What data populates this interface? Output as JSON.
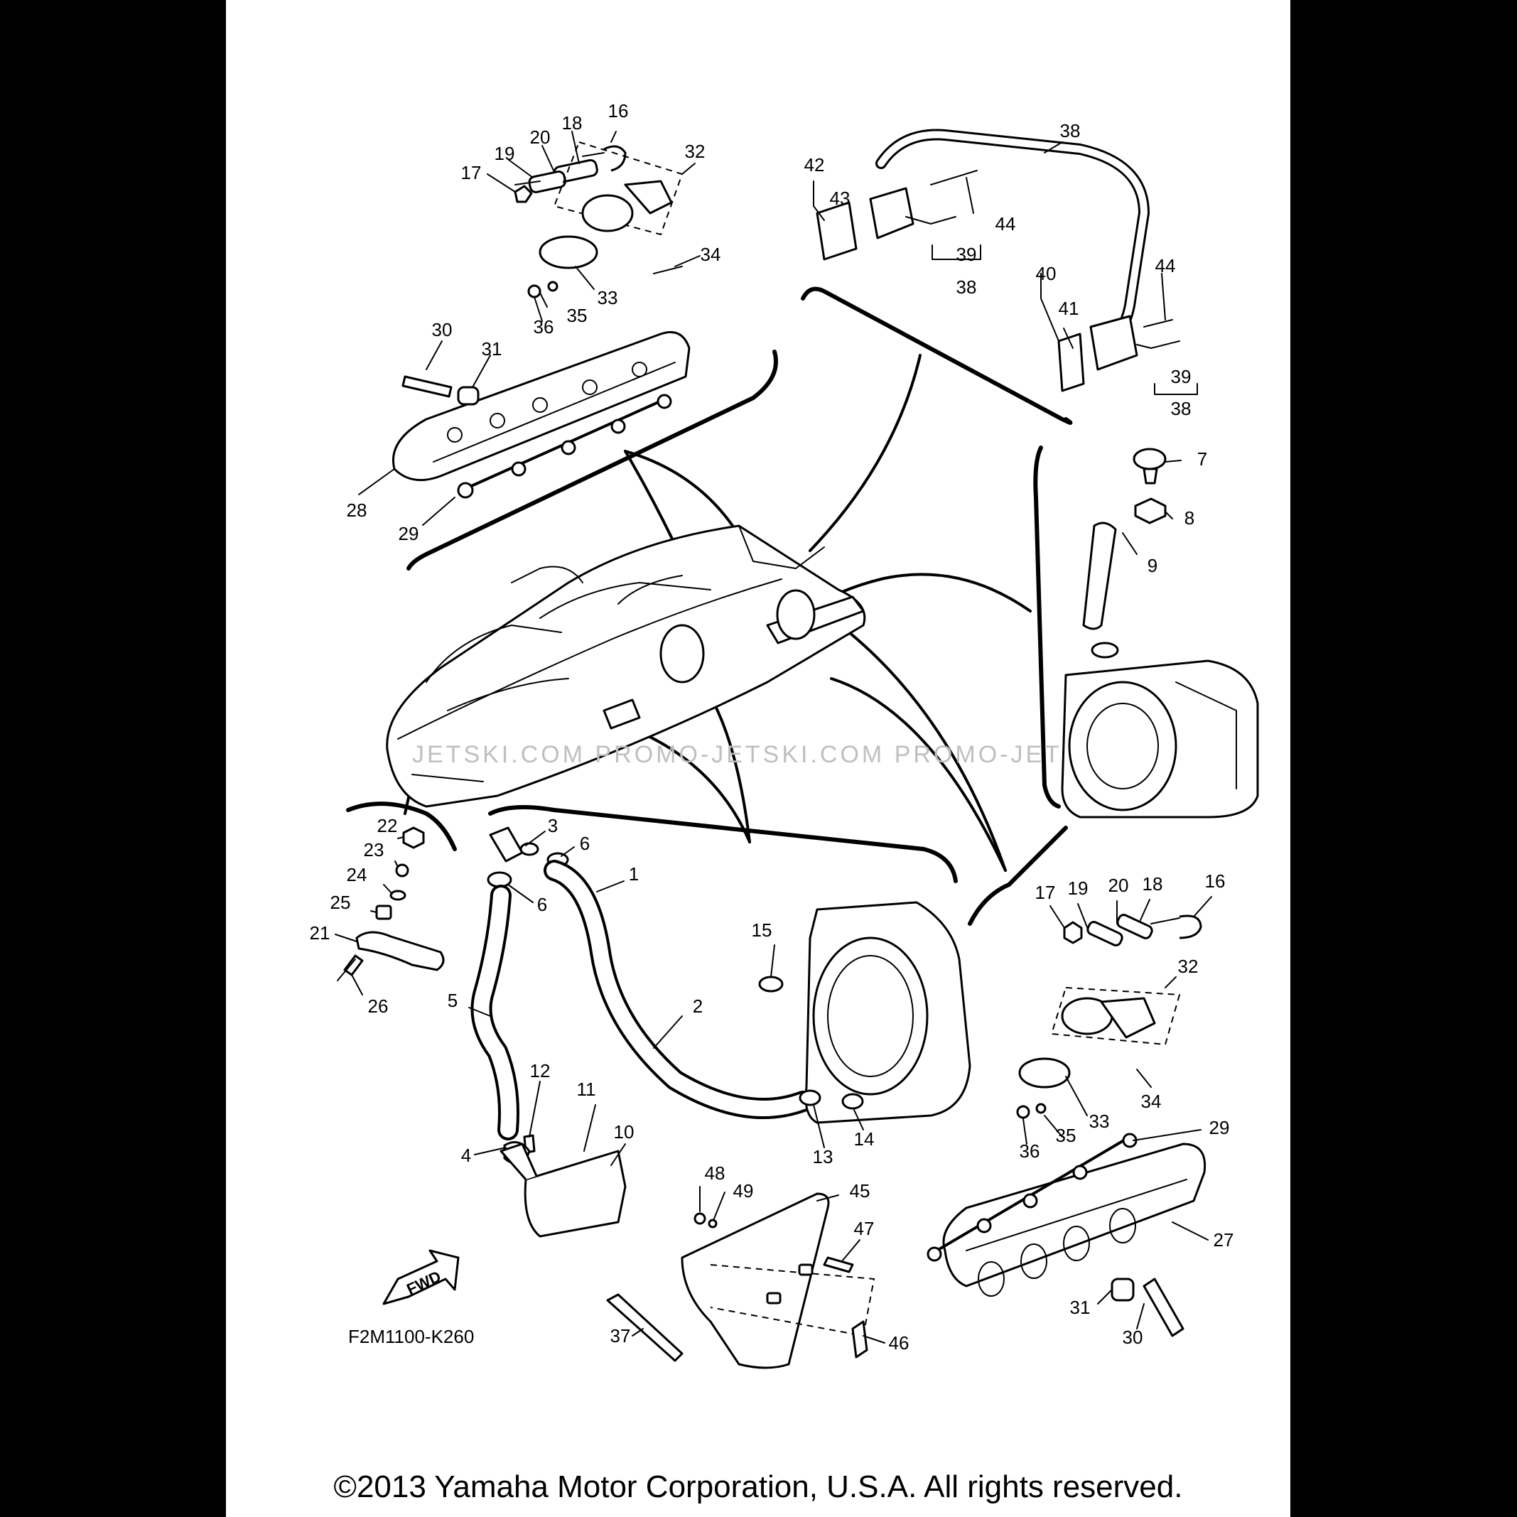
{
  "diagram": {
    "drawing_code": "F2M1100-K260",
    "fwd_label": "FWD",
    "copyright": "©2013 Yamaha Motor Corporation, U.S.A. All rights reserved.",
    "watermark": "JETSKI.COM   PROMO-JETSKI.COM   PROMO-JETSKI.COM",
    "callouts": [
      {
        "id": "c16a",
        "label": "16"
      },
      {
        "id": "c18a",
        "label": "18"
      },
      {
        "id": "c20a",
        "label": "20"
      },
      {
        "id": "c19a",
        "label": "19"
      },
      {
        "id": "c17a",
        "label": "17"
      },
      {
        "id": "c32a",
        "label": "32"
      },
      {
        "id": "c34a",
        "label": "34"
      },
      {
        "id": "c33a",
        "label": "33"
      },
      {
        "id": "c35a",
        "label": "35"
      },
      {
        "id": "c36a",
        "label": "36"
      },
      {
        "id": "c30a",
        "label": "30"
      },
      {
        "id": "c31a",
        "label": "31"
      },
      {
        "id": "c28",
        "label": "28"
      },
      {
        "id": "c29a",
        "label": "29"
      },
      {
        "id": "c38a",
        "label": "38"
      },
      {
        "id": "c42",
        "label": "42"
      },
      {
        "id": "c43",
        "label": "43"
      },
      {
        "id": "c44a",
        "label": "44"
      },
      {
        "id": "c39a",
        "label": "39"
      },
      {
        "id": "c38b",
        "label": "38"
      },
      {
        "id": "c40",
        "label": "40"
      },
      {
        "id": "c41",
        "label": "41"
      },
      {
        "id": "c44b",
        "label": "44"
      },
      {
        "id": "c39b",
        "label": "39"
      },
      {
        "id": "c38c",
        "label": "38"
      },
      {
        "id": "c7",
        "label": "7"
      },
      {
        "id": "c8",
        "label": "8"
      },
      {
        "id": "c9",
        "label": "9"
      },
      {
        "id": "c22",
        "label": "22"
      },
      {
        "id": "c23",
        "label": "23"
      },
      {
        "id": "c24",
        "label": "24"
      },
      {
        "id": "c25",
        "label": "25"
      },
      {
        "id": "c21",
        "label": "21"
      },
      {
        "id": "c26",
        "label": "26"
      },
      {
        "id": "c3",
        "label": "3"
      },
      {
        "id": "c6a",
        "label": "6"
      },
      {
        "id": "c6b",
        "label": "6"
      },
      {
        "id": "c1",
        "label": "1"
      },
      {
        "id": "c5",
        "label": "5"
      },
      {
        "id": "c2",
        "label": "2"
      },
      {
        "id": "c15",
        "label": "15"
      },
      {
        "id": "c12",
        "label": "12"
      },
      {
        "id": "c11",
        "label": "11"
      },
      {
        "id": "c10",
        "label": "10"
      },
      {
        "id": "c4",
        "label": "4"
      },
      {
        "id": "c13",
        "label": "13"
      },
      {
        "id": "c14",
        "label": "14"
      },
      {
        "id": "c17b",
        "label": "17"
      },
      {
        "id": "c19b",
        "label": "19"
      },
      {
        "id": "c20b",
        "label": "20"
      },
      {
        "id": "c18b",
        "label": "18"
      },
      {
        "id": "c16b",
        "label": "16"
      },
      {
        "id": "c32b",
        "label": "32"
      },
      {
        "id": "c34b",
        "label": "34"
      },
      {
        "id": "c33b",
        "label": "33"
      },
      {
        "id": "c35b",
        "label": "35"
      },
      {
        "id": "c36b",
        "label": "36"
      },
      {
        "id": "c29b",
        "label": "29"
      },
      {
        "id": "c27",
        "label": "27"
      },
      {
        "id": "c31b",
        "label": "31"
      },
      {
        "id": "c30b",
        "label": "30"
      },
      {
        "id": "c48",
        "label": "48"
      },
      {
        "id": "c49",
        "label": "49"
      },
      {
        "id": "c45",
        "label": "45"
      },
      {
        "id": "c47",
        "label": "47"
      },
      {
        "id": "c37",
        "label": "37"
      },
      {
        "id": "c46",
        "label": "46"
      }
    ]
  }
}
